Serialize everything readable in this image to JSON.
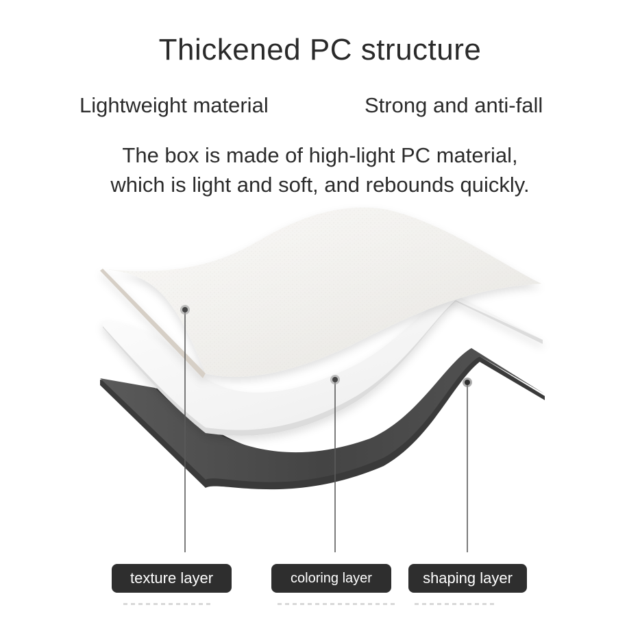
{
  "heading": {
    "title": "Thickened PC structure"
  },
  "features": {
    "left": "Lightweight material",
    "right": "Strong and anti-fall"
  },
  "description": {
    "line1": "The box is made of high-light PC material,",
    "line2": "which is light and soft, and rebounds quickly."
  },
  "layers": [
    {
      "label": "texture layer",
      "color": "#f2f1ee"
    },
    {
      "label": "coloring layer",
      "color": "#f7f7f7"
    },
    {
      "label": "shaping layer",
      "color": "#4b4b4b"
    }
  ],
  "colors": {
    "label_background": "#2e2e2e",
    "label_text": "#ffffff",
    "pointer_line": "#555555"
  }
}
